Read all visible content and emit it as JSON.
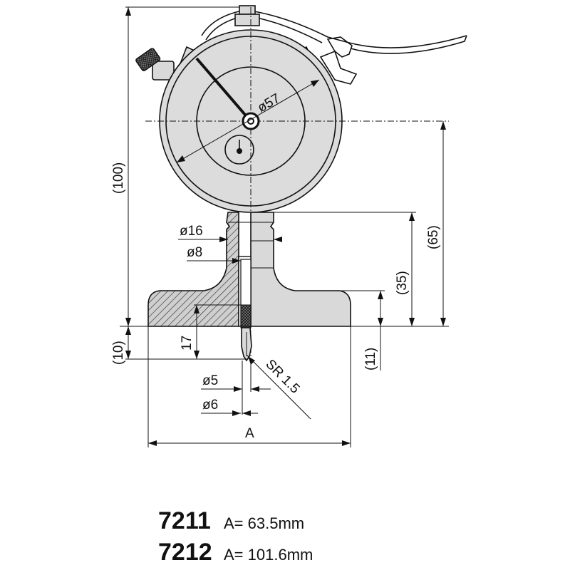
{
  "dimensions": {
    "dial_diameter": "ø57",
    "height_total": "(100)",
    "height_dial_center": "(65)",
    "height_stem": "(35)",
    "stem_diameter": "ø16",
    "spindle_diameter": "ø8",
    "base_thickness": "(10)",
    "bore_depth": "17",
    "contact_extension": "(11)",
    "contact_radius": "SR 1.5",
    "contact_diameter_small": "ø5",
    "contact_diameter_large": "ø6",
    "base_width": "A"
  },
  "models": [
    {
      "code": "7211",
      "spec": "A= 63.5mm"
    },
    {
      "code": "7212",
      "spec": "A= 101.6mm"
    }
  ]
}
